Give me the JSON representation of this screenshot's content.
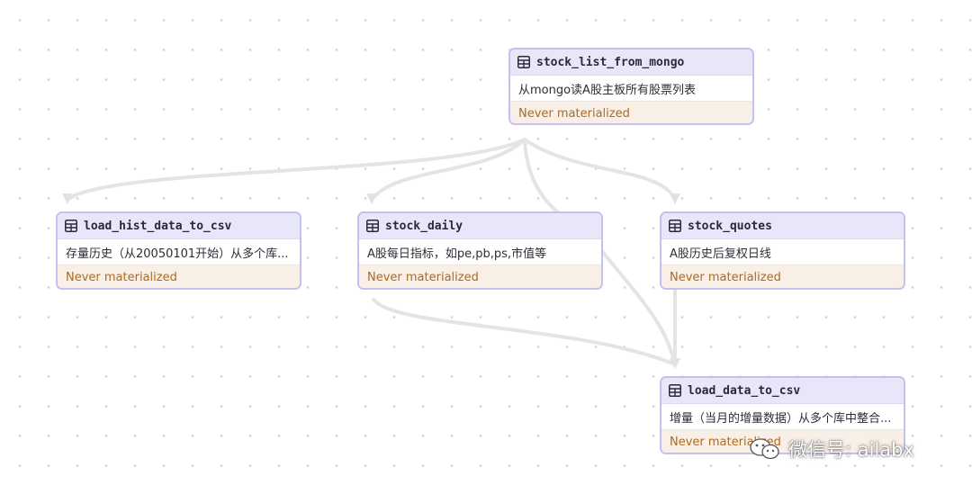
{
  "nodes": [
    {
      "id": "stock_list_from_mongo",
      "icon": "table-icon",
      "title": "stock_list_from_mongo",
      "description": "从mongo读A股主板所有股票列表",
      "status": "Never materialized"
    },
    {
      "id": "load_hist_data_to_csv",
      "icon": "table-icon",
      "title": "load_hist_data_to_csv",
      "description": "存量历史（从20050101开始）从多个库...",
      "status": "Never materialized"
    },
    {
      "id": "stock_daily",
      "icon": "table-icon",
      "title": "stock_daily",
      "description": "A股每日指标，如pe,pb,ps,市值等",
      "status": "Never materialized"
    },
    {
      "id": "stock_quotes",
      "icon": "table-icon",
      "title": "stock_quotes",
      "description": "A股历史后复权日线",
      "status": "Never materialized"
    },
    {
      "id": "load_data_to_csv",
      "icon": "table-icon",
      "title": "load_data_to_csv",
      "description": "增量（当月的增量数据）从多个库中整合...",
      "status": "Never materialized"
    }
  ],
  "edges": [
    {
      "from": "stock_list_from_mongo",
      "to": "load_hist_data_to_csv"
    },
    {
      "from": "stock_list_from_mongo",
      "to": "stock_daily"
    },
    {
      "from": "stock_list_from_mongo",
      "to": "stock_quotes"
    },
    {
      "from": "stock_list_from_mongo",
      "to": "load_data_to_csv"
    },
    {
      "from": "stock_daily",
      "to": "load_data_to_csv"
    },
    {
      "from": "stock_quotes",
      "to": "load_data_to_csv"
    }
  ],
  "watermark": {
    "icon": "wechat-icon",
    "text": "微信号: ailabx"
  },
  "colors": {
    "node_border": "#c4c0ef",
    "node_header": "#e8e7fa",
    "status_text": "#b06a1f",
    "status_bg": "#f8efe6",
    "edge": "#e4e4e4"
  }
}
